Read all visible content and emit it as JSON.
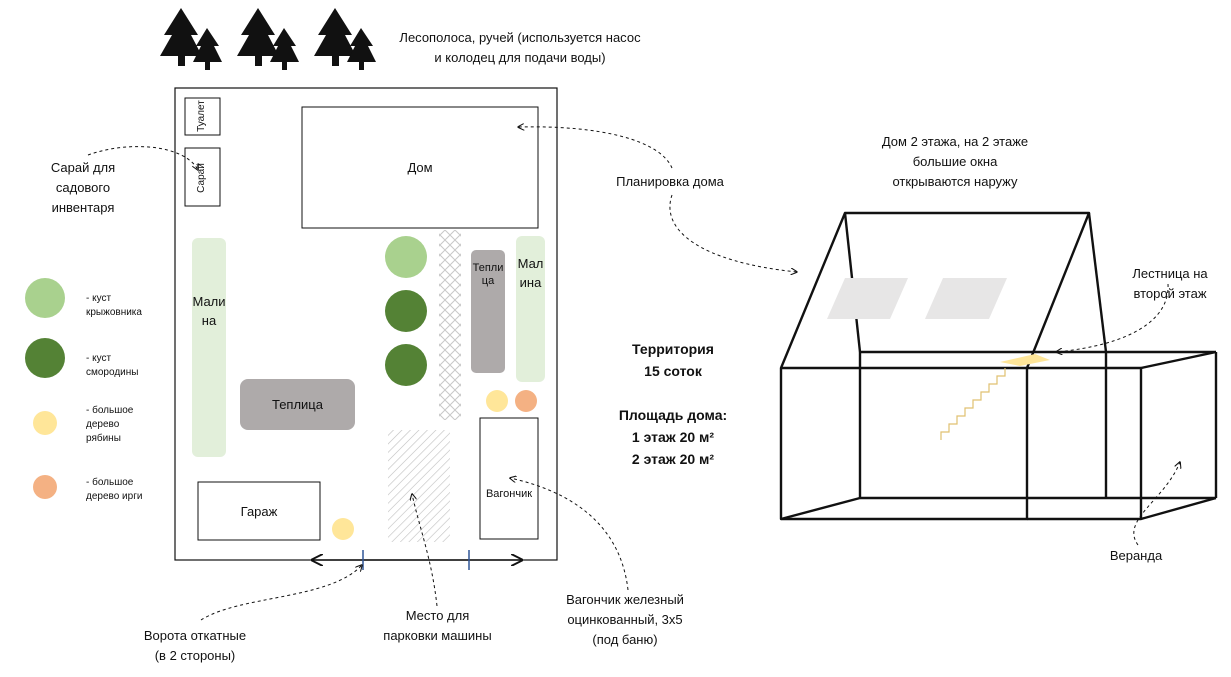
{
  "labels": {
    "forest": "Лесополоса, ручей (используется насос\nи колодец для подачи воды)",
    "toilet": "Туалет",
    "shed_box": "Сарай",
    "shed_callout": "Сарай для\nсадового\nинвентаря",
    "house": "Дом",
    "greenhouse_h": "Теплица",
    "greenhouse_v": "Теплица",
    "raspberry": "Малина",
    "garage": "Гараж",
    "wagon": "Вагончик",
    "house_plan": "Планировка дома",
    "house_desc": "Дом 2 этажа, на 2 этаже\nбольшие окна\nоткрываются наружу",
    "stairs": "Лестница на\nвторой этаж",
    "veranda": "Веранда",
    "gate": "Ворота откатные\n(в 2 стороны)",
    "parking": "Место для\nпарковки машины",
    "wagon_callout": "Вагончик железный\nоцинкованный, 3х5\n(под баню)",
    "territory": "Территория\n15 соток",
    "area": "Площадь дома:\n1 этаж 20 м²\n2 этаж 20 м²"
  },
  "legend": [
    {
      "color": "#a9d18e",
      "text": "- куст\nкрыжовника"
    },
    {
      "color": "#548235",
      "text": "- куст\nсмородины"
    },
    {
      "color": "#ffe699",
      "text": "- большое\nдерево\nрябины"
    },
    {
      "color": "#f4b183",
      "text": "- большое\nдерево ирги"
    }
  ],
  "colors": {
    "gooseberry": "#a9d18e",
    "currant": "#548235",
    "rowan": "#ffe699",
    "irga": "#f4b183",
    "raspberry_bed": "#e2efda",
    "greenhouse": "#aeaaaa",
    "window": "#e7e6e6",
    "stairs": "#e0c070"
  }
}
